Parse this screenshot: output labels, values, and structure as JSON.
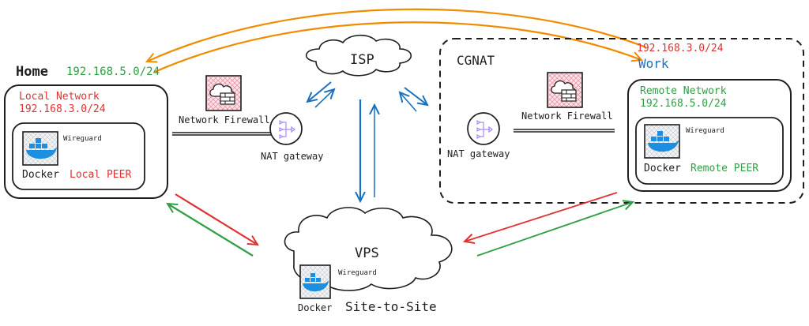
{
  "colors": {
    "ink": "#1e1e1e",
    "red": "#e03131",
    "green": "#2f9e44",
    "blue": "#1971c2",
    "orange": "#f08c00",
    "docker_blue": "#1d8fe1",
    "firewall_pink": "#f4c2cc",
    "nat_purple": "#a78bfa"
  },
  "home": {
    "title": "Home",
    "subnet": "192.168.5.0/24",
    "network_label": "Local Network",
    "network_subnet": "192.168.3.0/24",
    "container_name": "Docker",
    "service": "Wireguard",
    "peer_label": "Local PEER",
    "firewall_label": "Network Firewall",
    "nat_label": "NAT gateway"
  },
  "isp": {
    "label": "ISP"
  },
  "cgnat": {
    "label": "CGNAT",
    "firewall_label": "Network Firewall",
    "nat_label": "NAT gateway"
  },
  "work": {
    "subnet": "192.168.3.0/24",
    "title": "Work",
    "network_label": "Remote Network",
    "network_subnet": "192.168.5.0/24",
    "container_name": "Docker",
    "service": "Wireguard",
    "peer_label": "Remote PEER"
  },
  "vps": {
    "label": "VPS",
    "container_name": "Docker",
    "service": "Wireguard",
    "mode_label": "Site-to-Site"
  }
}
